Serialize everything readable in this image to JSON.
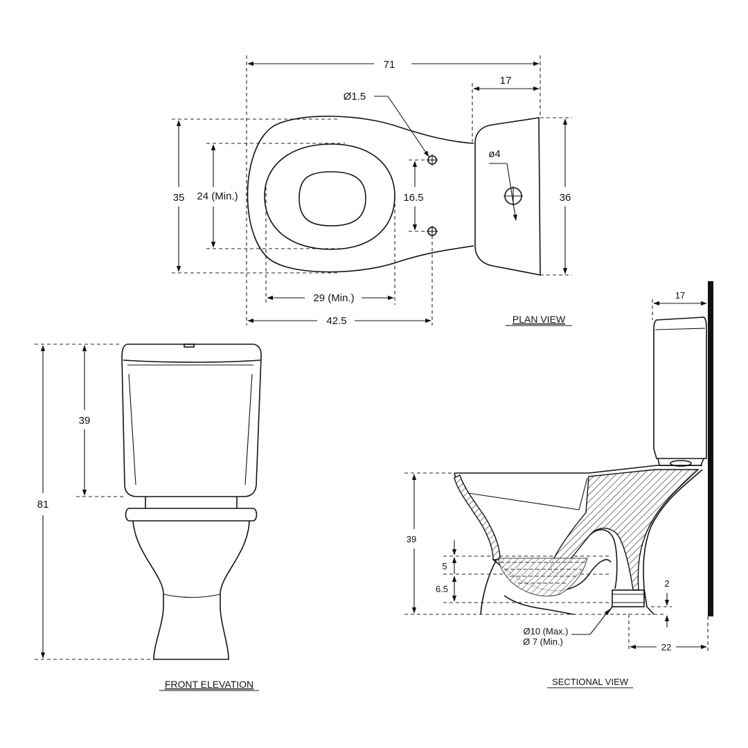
{
  "views": {
    "plan": "PLAN VIEW",
    "front": "FRONT ELEVATION",
    "section": "SECTIONAL VIEW"
  },
  "plan": {
    "overall_length": "71",
    "tank_depth": "17",
    "pipe_dia": "Ø1.5",
    "inlet_dia": "ø4",
    "hole_spacing": "16.5",
    "overall_width": "35",
    "bowl_width_min": "24 (Min.)",
    "tank_width": "36",
    "bowl_length_min": "29 (Min.)",
    "bowl_length": "42.5"
  },
  "front": {
    "overall_height": "81",
    "tank_height": "39"
  },
  "section": {
    "tank_depth": "17",
    "rim_height": "39",
    "water_seal": "5",
    "trap_depth": "6.5",
    "outlet_height": "2",
    "outlet_max": "Ø10 (Max.)",
    "outlet_min": "Ø 7 (Min.)",
    "wall_offset": "22"
  }
}
